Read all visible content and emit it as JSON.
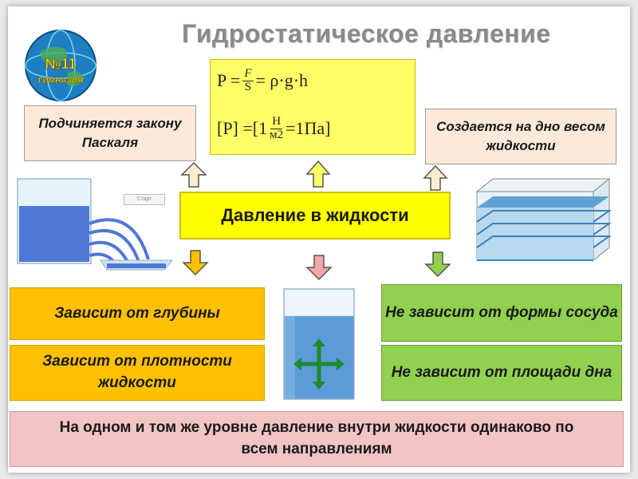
{
  "title": "Гидростатическое давление",
  "logo": {
    "line1": "№11",
    "line2": "ГИМНАЗИЯ"
  },
  "formula": {
    "line1_left": "P =",
    "line1_num": "F",
    "line1_den": "S",
    "line1_right": "= ρ·g·h",
    "line2_left": "[P] =[1",
    "line2_num": "Н",
    "line2_den": "м2",
    "line2_right": "=1Па]"
  },
  "center_label": "Давление в жидкости",
  "top_left": "Подчиняется закону Паскаля",
  "top_right": "Создается на дно весом жидкости",
  "left_boxes": [
    "Зависит от глубины",
    "Зависит от плотности жидкости"
  ],
  "right_boxes": [
    "Не зависит от  формы сосуда",
    "Не зависит от  площади дна"
  ],
  "bottom": "На одном и том же уровне давление внутри жидкости одинаково по всем направлениям",
  "small_label": "Старт",
  "colors": {
    "yellow": "#ffff00",
    "orange": "#ffc000",
    "green": "#92d050",
    "pink": "#f2c4c4",
    "peach": "#fde9d9"
  },
  "icons": [
    "up-arrow-icon",
    "down-arrow-icon",
    "cross-arrows-icon",
    "leaking-vessel-icon",
    "layered-tank-icon",
    "cylinder-icon",
    "globe-logo-icon"
  ]
}
